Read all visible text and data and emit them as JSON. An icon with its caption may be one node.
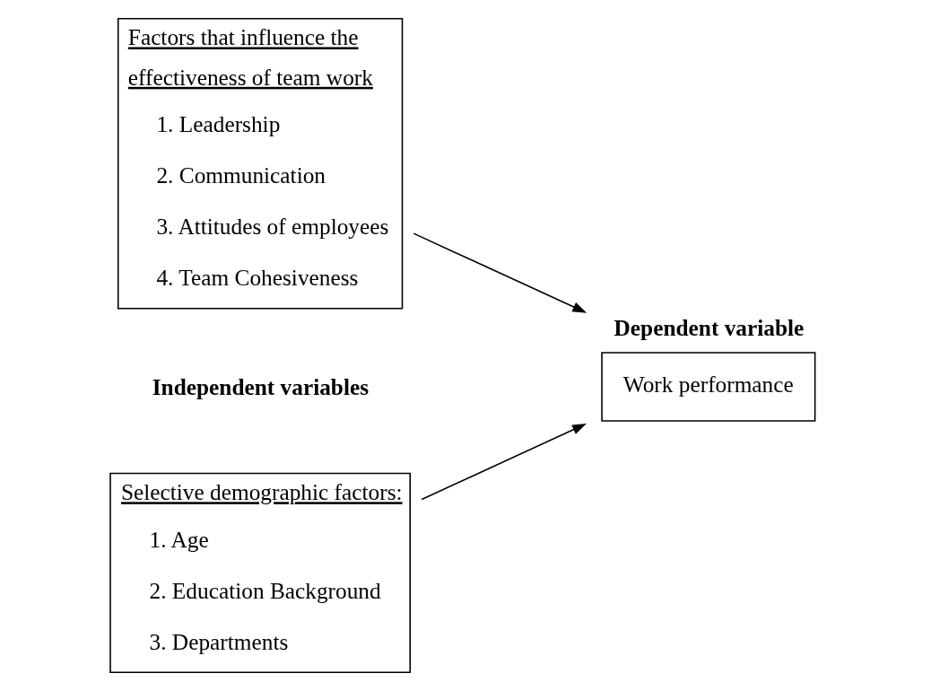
{
  "diagram": {
    "nodes": [
      {
        "text": [
          "Factors that influence the effectiveness of team work",
          "1. Leadership",
          "2. Communication",
          "3. Attitudes of employees",
          "4. Team Cohesiveness"
        ]
      },
      {
        "text": [
          "Selective demographic factors:",
          "1. Age",
          "2. Education Background",
          "3. Departments"
        ]
      },
      {
        "text": [
          "Dependent variable",
          "Work performance"
        ]
      }
    ],
    "edges": [
      {
        "from": 0,
        "to": 2,
        "arrow": "to"
      },
      {
        "from": 1,
        "to": 2,
        "arrow": "to"
      }
    ],
    "labels": [
      "Independent variables"
    ]
  }
}
